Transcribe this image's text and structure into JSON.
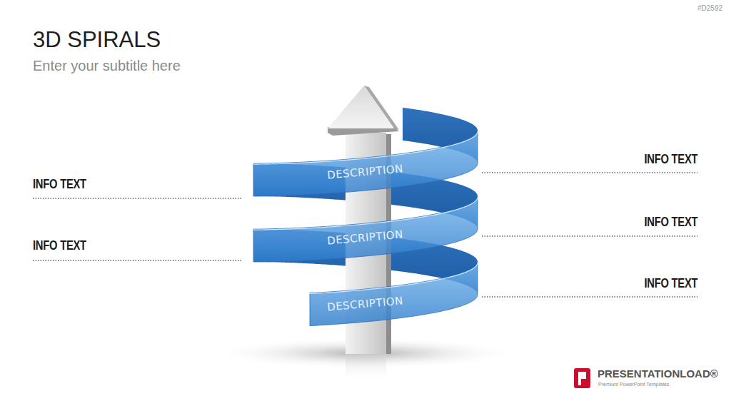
{
  "diagram": {
    "title": "3D SPIRALS",
    "nodes": [
      {
        "text": [
          "DESCRIPTION"
        ]
      },
      {
        "text": [
          "DESCRIPTION"
        ]
      },
      {
        "text": [
          "DESCRIPTION"
        ]
      }
    ],
    "labels": [
      "#D2592",
      "Enter your subtitle here",
      "INFO TEXT",
      "INFO TEXT",
      "INFO TEXT",
      "INFO TEXT",
      "INFO TEXT",
      "PRESENTATIONLOAD®",
      "Premium PowerPoint Templates"
    ]
  }
}
